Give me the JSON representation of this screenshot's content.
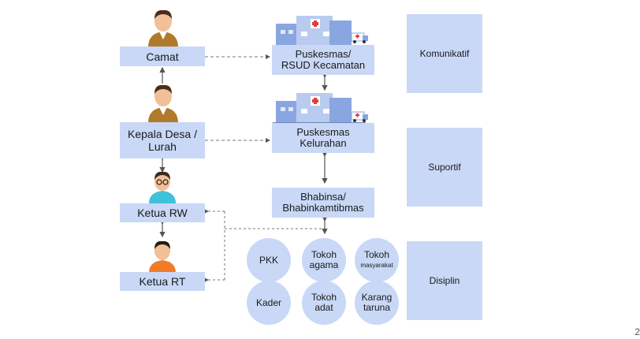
{
  "roles": {
    "camat": "Camat",
    "kepala_desa": "Kepala Desa /\nLurah",
    "ketua_rw": "Ketua RW",
    "ketua_rt": "Ketua RT"
  },
  "facilities": {
    "puskesmas_kecamatan": "Puskesmas/\nRSUD Kecamatan",
    "puskesmas_kelurahan": "Puskesmas\nKelurahan",
    "bhabinsa": "Bhabinsa/\nBhabinkamtibmas"
  },
  "figures": {
    "pkk": "PKK",
    "tokoh_agama": "Tokoh\nagama",
    "tokoh_masyarakat_1": "Tokoh",
    "tokoh_masyarakat_2": "masyarakat",
    "kader": "Kader",
    "tokoh_adat": "Tokoh\nadat",
    "karang_taruna": "Karang\ntaruna"
  },
  "categories": {
    "komunikatif": "Komunikatif",
    "suportif": "Suportif",
    "disiplin": "Disiplin"
  },
  "page_number": "2",
  "colors": {
    "box": "#c9d8f6",
    "arrow": "#555555"
  },
  "icons": [
    "person-icon",
    "hospital-building-icon",
    "ambulance-icon"
  ]
}
